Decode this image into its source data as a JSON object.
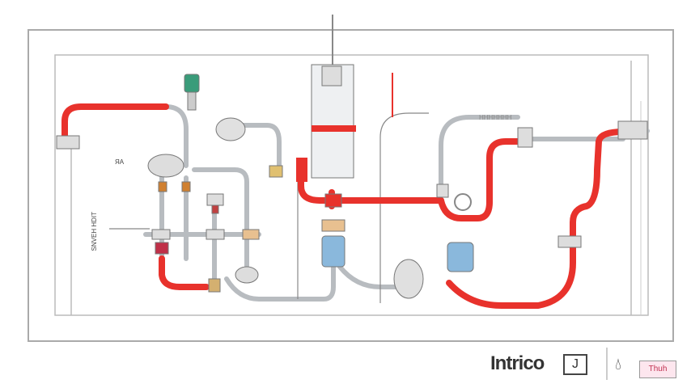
{
  "diagram": {
    "labels": {
      "left_small": "ЯA",
      "left_vertical": "SNVEH HDIT",
      "top_right": "HHHHHHH"
    },
    "colors": {
      "hot_pipe": "#e8322c",
      "cold_pipe": "#b8bcc0",
      "tank": "#8ab8dc",
      "frame": "#999999"
    }
  },
  "footer": {
    "brand": "Intrico",
    "brand_box_glyph": "Ј",
    "drop_icon": "droplet-icon",
    "tag": "Thuh"
  }
}
